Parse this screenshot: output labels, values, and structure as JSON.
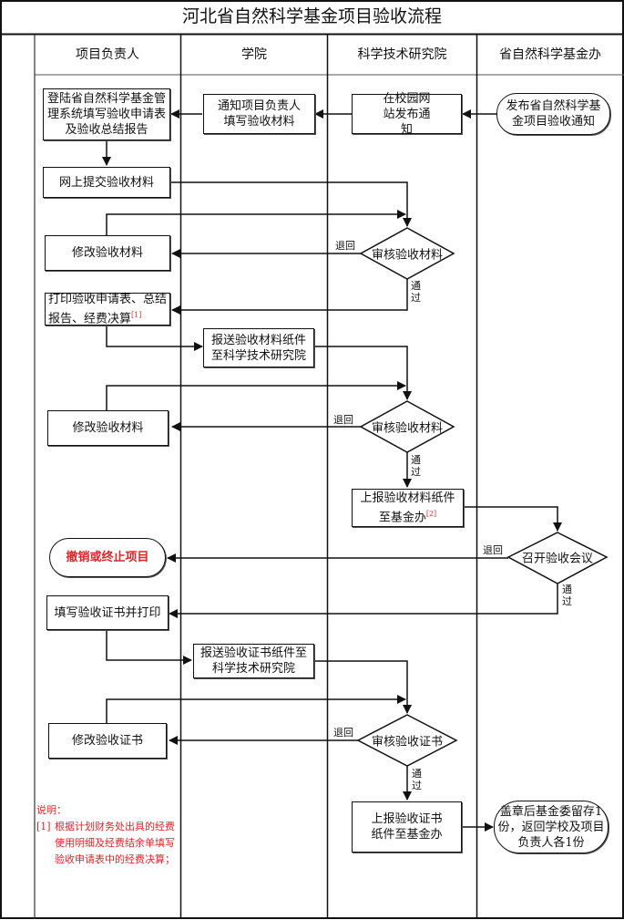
{
  "title": "河北省自然科学基金项目验收流程",
  "lanes": [
    "项目负责人",
    "学院",
    "科学技术研究院",
    "省自然科学基金办"
  ],
  "nodes": {
    "n1": {
      "text": "登陆省自然科学基金管理系统填写验收申请表及验收总结报告"
    },
    "n2": {
      "text": "通知项目负责人填写验收材料"
    },
    "n3": {
      "text": "在校园网站发布通知"
    },
    "n4": {
      "text": "发布省自然科学基金项目验收通知"
    },
    "n5": {
      "text": "网上提交验收材料"
    },
    "n6": {
      "text": "修改验收材料"
    },
    "d1": {
      "text": "审核验收材料"
    },
    "n7": {
      "text": "打印验收申请表、总结报告、经费决算",
      "ref": "[1]"
    },
    "n8": {
      "text": "报送验收材料纸件至科学技术研究院"
    },
    "n9": {
      "text": "修改验收材料"
    },
    "d2": {
      "text": "审核验收材料"
    },
    "n10": {
      "text": "上报验收材料纸件至基金办",
      "ref": "[2]"
    },
    "n11": {
      "text": "撤销或终止项目"
    },
    "d3": {
      "text": "召开验收会议"
    },
    "n12": {
      "text": "填写验收证书并打印"
    },
    "n13": {
      "text": "报送验收证书纸件至科学技术研究院"
    },
    "n14": {
      "text": "修改验收证书"
    },
    "d4": {
      "text": "审核验收证书"
    },
    "n15": {
      "text": "上报验收证书纸件至基金办"
    },
    "n16": {
      "text": "盖章后基金委留存1份，返回学校及项目负责人各1份"
    }
  },
  "edge_labels": {
    "reject": "退回",
    "pass_1": "通",
    "pass_2": "过"
  },
  "notes": {
    "heading": "说明：",
    "items": [
      {
        "ref": "[1]",
        "text": "根据计划财务处出具的经费使用明细及经费结余单填写验收申请表中的经费决算；"
      }
    ]
  },
  "colors": {
    "line": "#111111",
    "highlight": "#e0262a"
  }
}
